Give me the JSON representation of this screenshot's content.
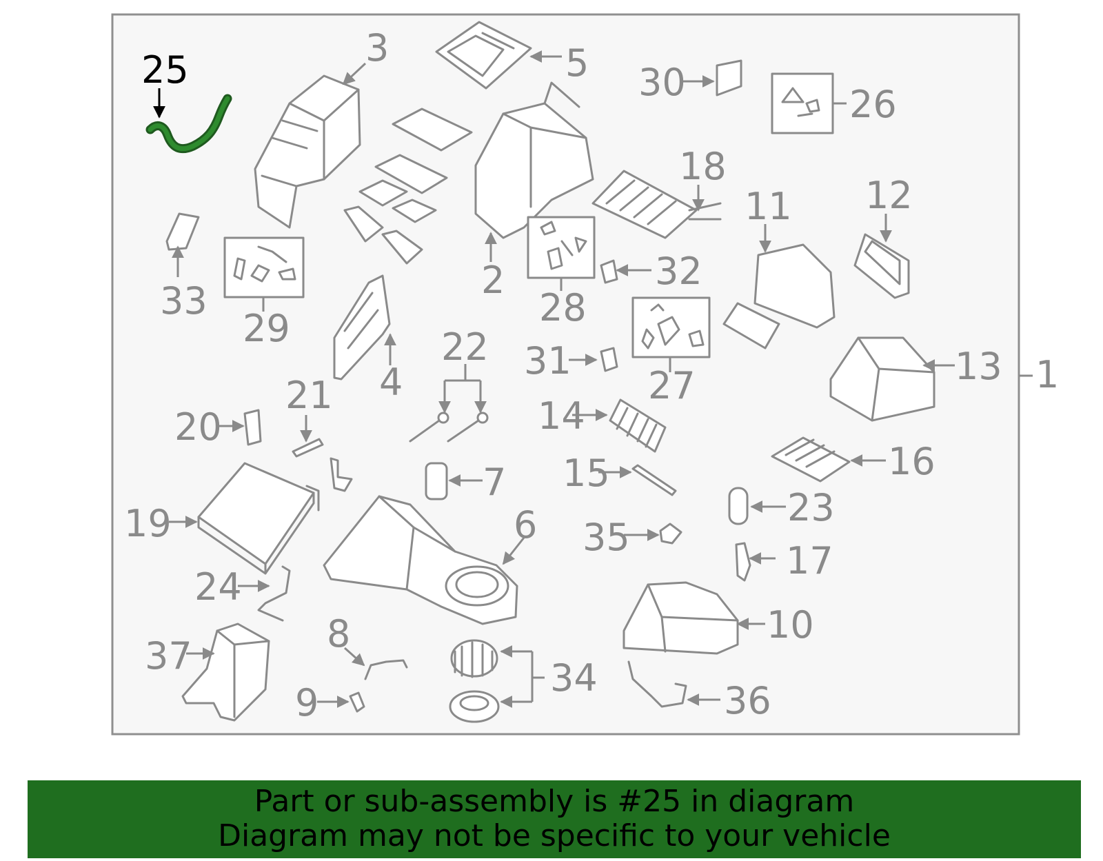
{
  "diagram": {
    "highlighted_part": "25",
    "colors": {
      "highlight": "#2e8b2e",
      "banner": "#1f6e1f",
      "line": "#8a8a8a"
    },
    "callouts": [
      "1",
      "2",
      "3",
      "4",
      "5",
      "6",
      "7",
      "8",
      "9",
      "10",
      "11",
      "12",
      "13",
      "14",
      "15",
      "16",
      "17",
      "18",
      "19",
      "20",
      "21",
      "22",
      "23",
      "24",
      "25",
      "26",
      "27",
      "28",
      "29",
      "30",
      "31",
      "32",
      "33",
      "34",
      "35",
      "36",
      "37"
    ]
  },
  "banner": {
    "line1": "Part or sub-assembly is #25 in diagram",
    "line2": "Diagram may not be specific to your vehicle"
  }
}
